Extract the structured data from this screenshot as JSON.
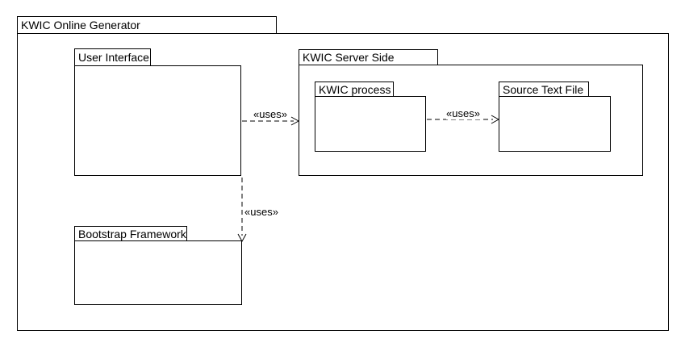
{
  "diagram": {
    "type": "uml-package-diagram",
    "colors": {
      "stroke": "#000000",
      "background": "#ffffff",
      "text": "#000000"
    },
    "packages": {
      "root": {
        "label": "KWIC Online Generator"
      },
      "user_interface": {
        "label": "User Interface"
      },
      "server_side": {
        "label": "KWIC Server Side"
      },
      "kwic_process": {
        "label": "KWIC process"
      },
      "source_text_file": {
        "label": "Source Text File"
      },
      "bootstrap": {
        "label": "Bootstrap Framework"
      }
    },
    "dependencies": [
      {
        "from": "User Interface",
        "to": "KWIC Server Side",
        "stereotype": "«uses»"
      },
      {
        "from": "KWIC process",
        "to": "Source Text File",
        "stereotype": "«uses»"
      },
      {
        "from": "User Interface",
        "to": "Bootstrap Framework",
        "stereotype": "«uses»"
      }
    ]
  }
}
